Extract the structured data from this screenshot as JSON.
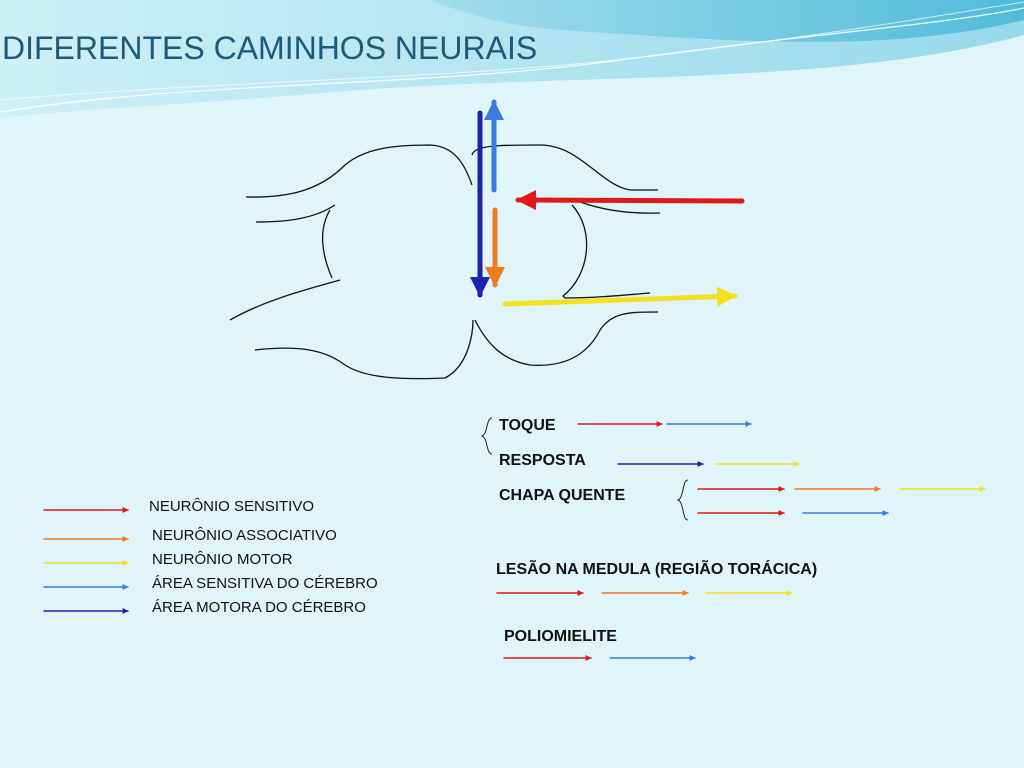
{
  "title": "DIFERENTES CAMINHOS NEURAIS",
  "colors": {
    "sensitivo": "#e01818",
    "associativo": "#f07a20",
    "motor": "#f5e020",
    "area_sensitiva": "#3a7be0",
    "area_motora": "#1a22b0"
  },
  "legend": [
    {
      "label": "NEURÔNIO SENSITIVO",
      "color": "sensitivo"
    },
    {
      "label": "NEURÔNIO ASSOCIATIVO",
      "color": "associativo"
    },
    {
      "label": "NEURÔNIO MOTOR",
      "color": "motor"
    },
    {
      "label": "ÁREA SENSITIVA DO CÉREBRO",
      "color": "area_sensitiva"
    },
    {
      "label": "ÁREA MOTORA DO CÉREBRO",
      "color": "area_motora"
    }
  ],
  "pathways": [
    {
      "label": "TOQUE",
      "arrows": [
        "sensitivo",
        "area_sensitiva"
      ]
    },
    {
      "label": "RESPOSTA",
      "arrows": [
        "area_motora",
        "motor"
      ]
    },
    {
      "label": "CHAPA QUENTE",
      "branches": [
        [
          "sensitivo",
          "associativo",
          "motor"
        ],
        [
          "sensitivo",
          "area_sensitiva"
        ]
      ]
    },
    {
      "label": "LESÃO NA MEDULA (REGIÃO TORÁCICA)",
      "arrows": [
        "sensitivo",
        "associativo",
        "motor"
      ]
    },
    {
      "label": "POLIOMIELITE",
      "arrows": [
        "sensitivo",
        "area_sensitiva"
      ]
    }
  ]
}
